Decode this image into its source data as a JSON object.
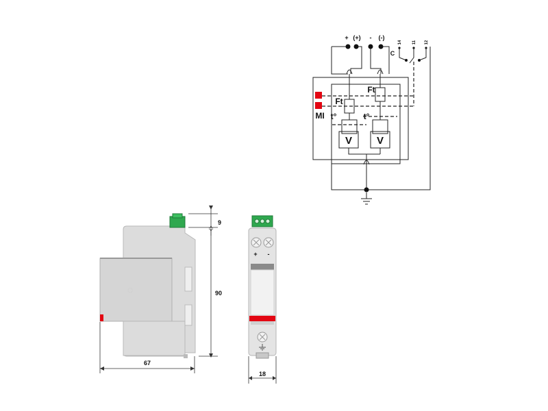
{
  "schematic": {
    "terminals": {
      "plus": "+",
      "plus_paren": "(+)",
      "minus": "-",
      "minus_paren": "(-)",
      "contact_14": "14",
      "contact_11": "11",
      "contact_12": "12"
    },
    "contact_label": "C",
    "fuse_left_label": "Ft",
    "fuse_right_label": "Ft",
    "thermal_left_label": "t°",
    "thermal_right_label": "t°",
    "varistor_left_label": "V",
    "varistor_right_label": "V",
    "indicator_label": "MI",
    "colors": {
      "indicator": "#e30613",
      "line": "#222222"
    }
  },
  "dimensions": {
    "top_height": "9",
    "body_height": "90",
    "depth": "67",
    "width": "18"
  },
  "front_view": {
    "plus": "+",
    "minus": "-"
  },
  "colors": {
    "housing": "#dcdcdc",
    "red_stripe": "#e30613",
    "connector_green": "#2fa84f"
  }
}
